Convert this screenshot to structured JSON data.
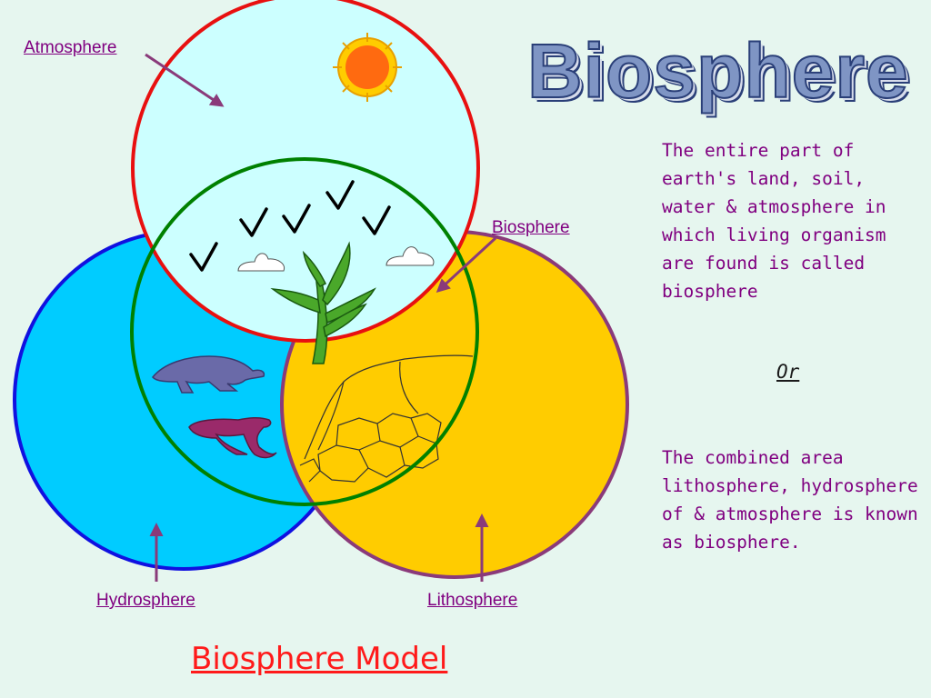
{
  "title": "Biosphere",
  "labels": {
    "atmosphere": "Atmosphere",
    "biosphere": "Biosphere",
    "hydrosphere": "Hydrosphere",
    "lithosphere": "Lithosphere"
  },
  "definition_1": "The entire part of earth's  land, soil, water & atmosphere in which living organism are found is called biosphere",
  "separator": "Or",
  "definition_2": "The combined area lithosphere, hydrosphere of & atmosphere is known as biosphere.",
  "model_title": "Biosphere Model",
  "colors": {
    "background": "#e6f6ef",
    "atmosphere_fill": "#ccffff",
    "atmosphere_stroke": "#e81010",
    "hydrosphere_fill": "#00ccff",
    "hydrosphere_stroke": "#1010e0",
    "lithosphere_fill": "#ffcc00",
    "lithosphere_stroke": "#8a3a7a",
    "biosphere_stroke": "#008000",
    "label_text": "#800080",
    "model_title": "#ff1a1a"
  },
  "icons": [
    "sun-icon",
    "bird-icon",
    "cloud-icon",
    "plant-icon",
    "turtle-icon",
    "fish-icon",
    "rocks-icon",
    "arrow-icon"
  ]
}
